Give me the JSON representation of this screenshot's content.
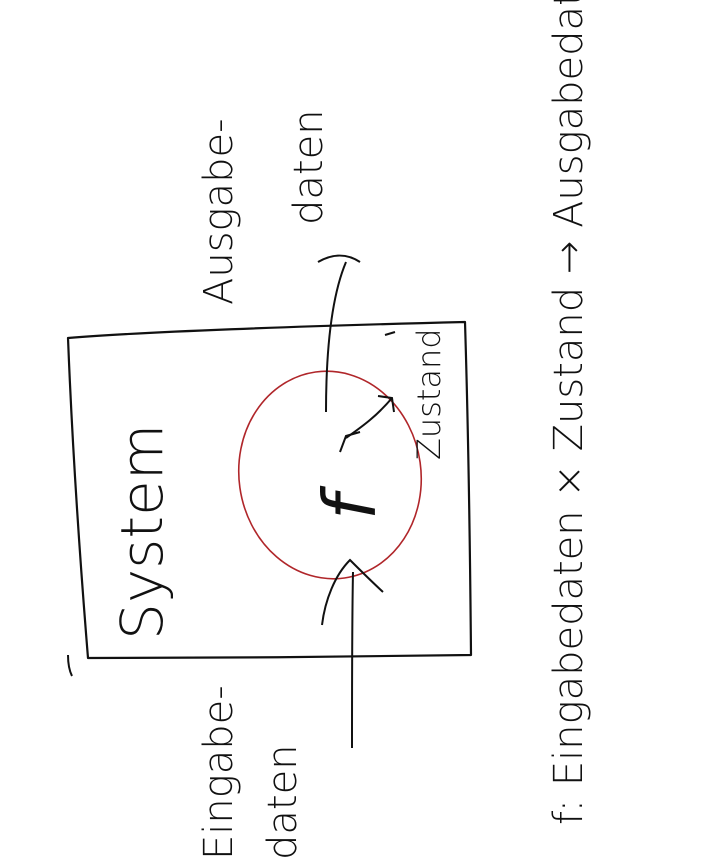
{
  "colors": {
    "ink": "#111111",
    "highlight": "#b0262a",
    "background": "#ffffff"
  },
  "labels": {
    "system": "System",
    "function": "f",
    "state": "Zustand",
    "input_line1": "Eingabe-",
    "input_line2": "daten",
    "output_line1": "Ausgabe-",
    "output_line2": "daten",
    "formula": "f: Eingabedaten × Zustand → Ausgabedaten"
  }
}
